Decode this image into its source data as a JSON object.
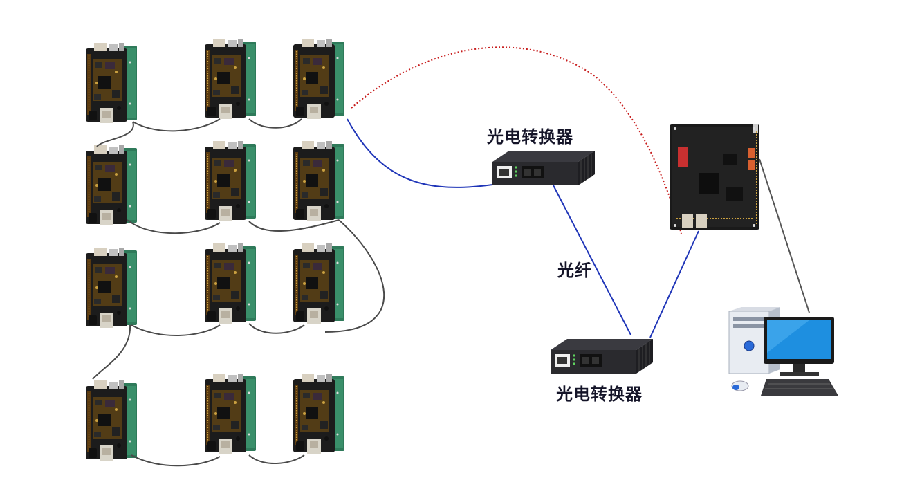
{
  "labels": {
    "converter_top": "光电转换器",
    "fiber": "光纤",
    "converter_bottom": "光电转换器"
  },
  "boards": {
    "rows": 4,
    "columns": 3
  },
  "colors": {
    "pcb_dark": "#1a1a1a",
    "pcb_gold": "#7a5a1a",
    "pcb_green": "#2f7a5a",
    "cable_gray": "#4a4a4a",
    "cable_blue": "#1f35b8",
    "fiber_red": "#c81e1e",
    "label_text": "#141428",
    "converter_body": "#2a2a2e",
    "monitor_screen": "#1e8fe0"
  },
  "icons": {
    "board": "single-board-computer-icon",
    "converter": "media-converter-icon",
    "fpga": "fpga-board-icon",
    "pc": "desktop-computer-icon"
  }
}
